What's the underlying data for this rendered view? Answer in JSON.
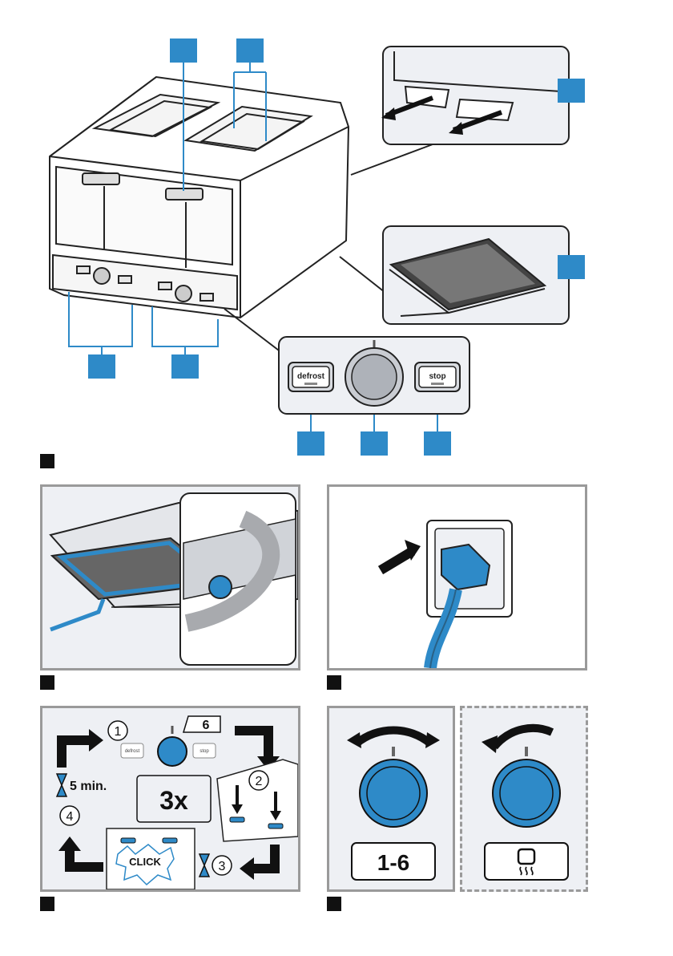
{
  "overview": {
    "button_defrost": "defrost",
    "button_stop": "stop"
  },
  "steps": {
    "step1": "1",
    "step2": "2",
    "step3": "3",
    "step4": "4",
    "level": "6",
    "wait": "5 min.",
    "repeat": "3x",
    "click": "CLICK",
    "mini_defrost": "defrost",
    "mini_stop": "stop"
  },
  "browning": {
    "range": "1-6"
  },
  "colors": {
    "accent": "#2e8ac8",
    "outline": "#111111",
    "panel_bg": "#eef0f4"
  }
}
